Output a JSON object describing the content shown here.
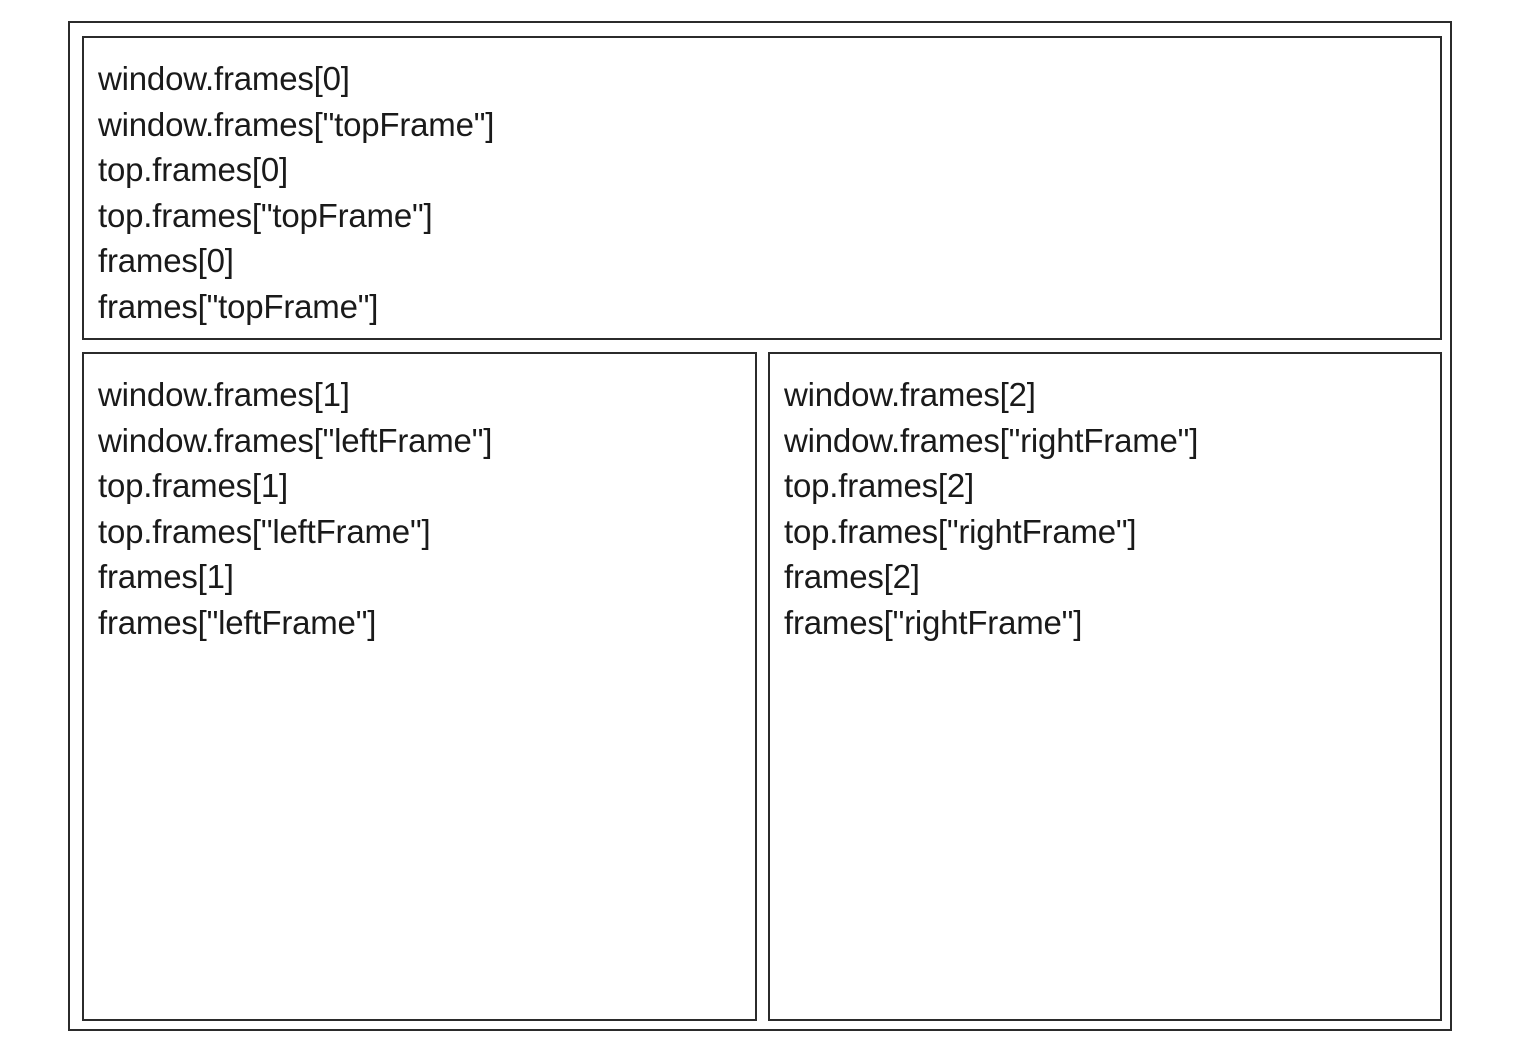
{
  "frames": {
    "top": {
      "lines": [
        "window.frames[0]",
        "window.frames[\"topFrame\"]",
        "top.frames[0]",
        "top.frames[\"topFrame\"]",
        "frames[0]",
        "frames[\"topFrame\"]"
      ]
    },
    "left": {
      "lines": [
        "window.frames[1]",
        "window.frames[\"leftFrame\"]",
        "top.frames[1]",
        "top.frames[\"leftFrame\"]",
        "frames[1]",
        "frames[\"leftFrame\"]"
      ]
    },
    "right": {
      "lines": [
        "window.frames[2]",
        "window.frames[\"rightFrame\"]",
        "top.frames[2]",
        "top.frames[\"rightFrame\"]",
        "frames[2]",
        "frames[\"rightFrame\"]"
      ]
    }
  }
}
